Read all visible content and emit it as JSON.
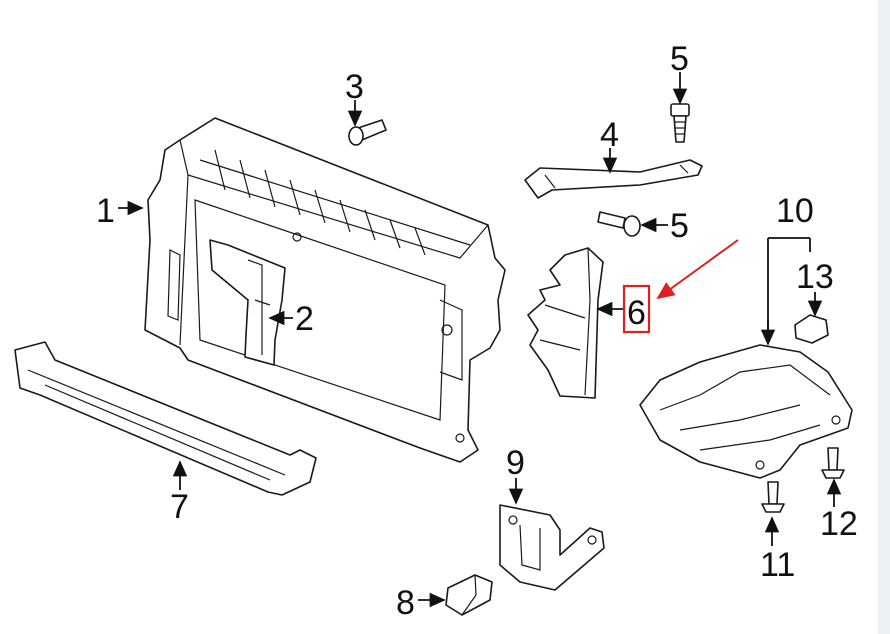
{
  "callouts": {
    "c1": "1",
    "c2": "2",
    "c3": "3",
    "c4": "4",
    "c5a": "5",
    "c5b": "5",
    "c6": "6",
    "c7": "7",
    "c8": "8",
    "c9": "9",
    "c10": "10",
    "c11": "11",
    "c12": "12",
    "c13": "13"
  },
  "highlight": {
    "callout": "6",
    "box_color": "#e02020",
    "arrow_color": "#e02020"
  }
}
